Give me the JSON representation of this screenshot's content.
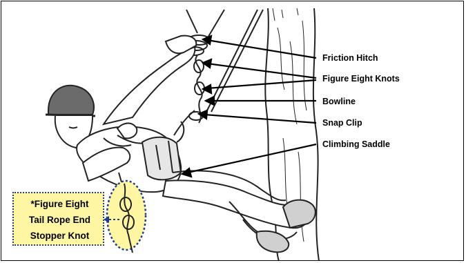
{
  "labels": {
    "friction_hitch": "Friction Hitch",
    "figure_eight_knots": "Figure Eight Knots",
    "bowline": "Bowline",
    "snap_clip": "Snap Clip",
    "climbing_saddle": "Climbing Saddle"
  },
  "stopper_callout": {
    "line1": "*Figure Eight",
    "line2": "Tail Rope End",
    "line3": "Stopper Knot"
  },
  "colors": {
    "callout_fill": "#fff6a3",
    "callout_border": "#1f3d8c",
    "line_art": "#222222"
  }
}
